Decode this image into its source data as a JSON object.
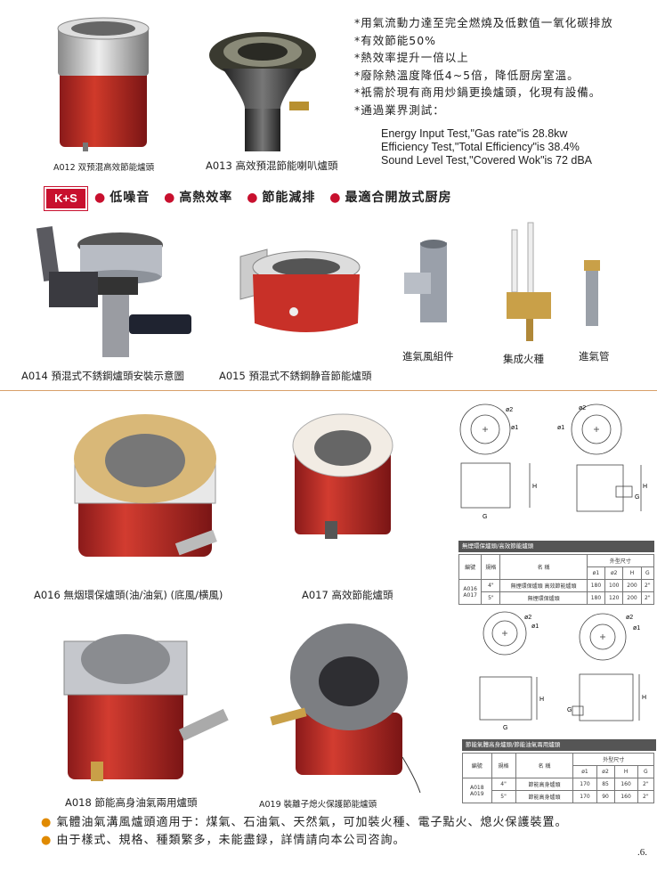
{
  "top_products": [
    {
      "code_label": "A012 双预混高效節能爐頭"
    },
    {
      "code_label": "A013 高效預混節能喇叭爐頭"
    }
  ],
  "features": [
    "*用氣流動力達至完全燃燒及低數值一氧化碳排放",
    "*有效節能50%",
    "*熱效率提升一倍以上",
    "*廢除熱溫度降低4~5倍，降低厨房室溫。",
    "*衹需於現有商用炒鍋更換爐頭，化現有設備。",
    "*通過業界測試："
  ],
  "tests": [
    "Energy Input Test,\"Gas rate\"is 28.8kw",
    "Efficiency Test,\"Total Efficiency\"is 38.4%",
    "Sound Level Test,\"Covered Wok\"is 72 dBA"
  ],
  "brand": {
    "logo_text": "K+S",
    "slogans": [
      "低噪音",
      "高熱效率",
      "節能減排",
      "最適合開放式厨房"
    ],
    "accent_color": "#c8102e"
  },
  "mid_products": [
    {
      "code_label": "A014 預混式不銹鋼爐頭安裝示意圖"
    },
    {
      "code_label": "A015 預混式不銹鋼静音節能爐頭"
    }
  ],
  "parts": [
    {
      "label": "進氣風組件"
    },
    {
      "label": "集成火種"
    },
    {
      "label": "進氣管"
    }
  ],
  "lower_products": [
    {
      "code_label": "A016 無烟環保爐頭(油/油氣) (底風/横風)"
    },
    {
      "code_label": "A017 高效節能爐頭"
    },
    {
      "code_label": "A018 節能高身油氣兩用爐頭"
    },
    {
      "code_label": "A019 裝離子熄火保護節能爐頭"
    }
  ],
  "diagram_labels": {
    "phi2": "ø2",
    "phi1": "ø1",
    "h": "H",
    "g": "G"
  },
  "table1": {
    "title": "無煙環保爐頭/高效節能爐頭",
    "col_group": "外型尺寸",
    "headers": [
      "編號",
      "規格",
      "名 稱",
      "ø1",
      "ø2",
      "H",
      "G"
    ],
    "code": "A016\nA017",
    "rows": [
      [
        "4\"",
        "無煙環保爐頭 高效節能爐頭",
        "180",
        "100",
        "200",
        "2\""
      ],
      [
        "5\"",
        "無煙環保爐頭",
        "180",
        "120",
        "200",
        "2\""
      ]
    ]
  },
  "table2": {
    "title": "節能氣體高身爐頭/節能油氣兩用爐頭",
    "col_group": "外型尺寸",
    "headers": [
      "編號",
      "規格",
      "名 稱",
      "ø1",
      "ø2",
      "H",
      "G"
    ],
    "code": "A018\nA019",
    "rows": [
      [
        "4\"",
        "節能高身爐頭",
        "170",
        "85",
        "160",
        "2\""
      ],
      [
        "5\"",
        "節能高身爐頭",
        "170",
        "90",
        "160",
        "2\""
      ]
    ]
  },
  "footer_notes": [
    "氣體油氣溝風爐頭適用于：煤氣、石油氣、天然氣，可加裝火種、電子點火、熄火保護裝置。",
    "由于樣式、規格、種類繁多，未能盡録，詳情請向本公司咨詢。"
  ],
  "page_number": ".6."
}
